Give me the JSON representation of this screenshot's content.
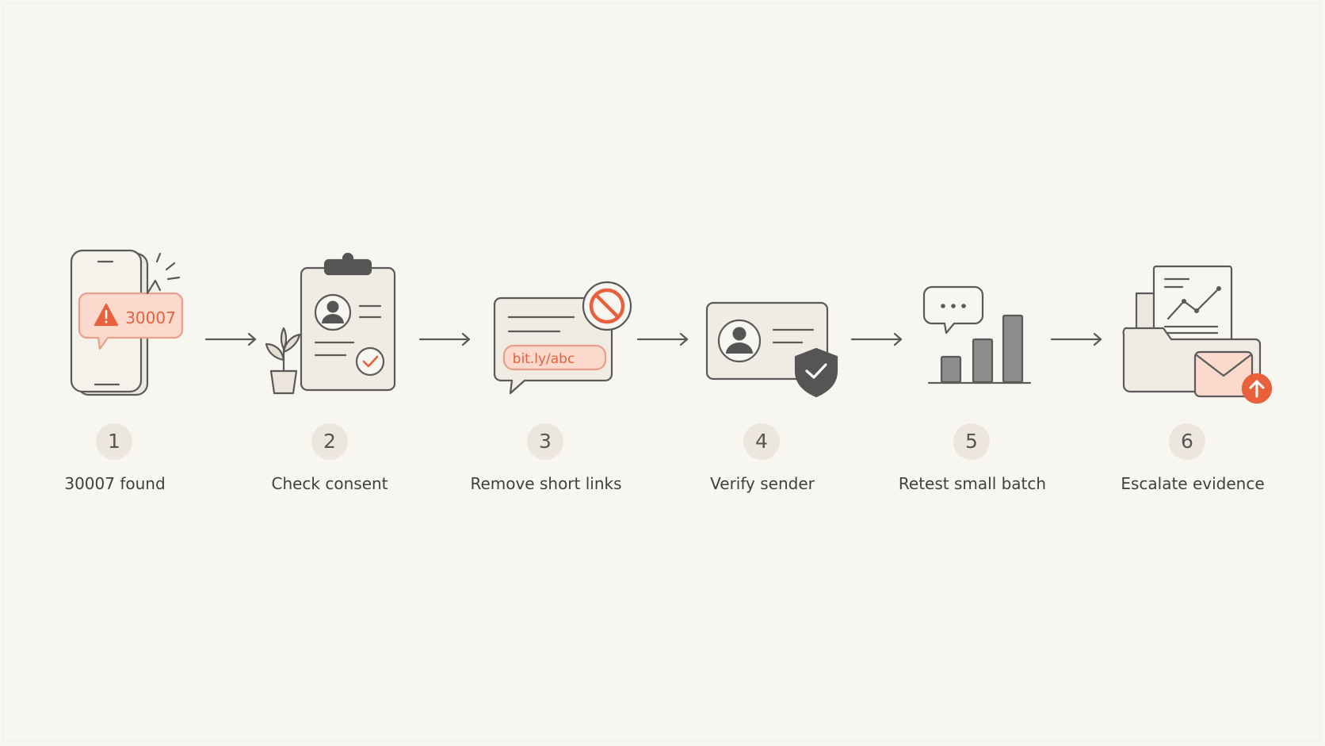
{
  "colors": {
    "background": "#f8f6f1",
    "line": "#5a5a5a",
    "card_fill": "#f1ece3",
    "accent": "#e8613c",
    "accent_soft": "#fbd9cc",
    "dark": "#555555",
    "badge": "#ece6dc"
  },
  "steps": [
    {
      "number": "1",
      "label": "30007 found",
      "icon": "phone-warning-icon",
      "icon_text": "30007"
    },
    {
      "number": "2",
      "label": "Check consent",
      "icon": "clipboard-consent-icon"
    },
    {
      "number": "3",
      "label": "Remove short links",
      "icon": "message-no-shortlink-icon",
      "icon_text": "bit.ly/abc"
    },
    {
      "number": "4",
      "label": "Verify sender",
      "icon": "id-card-shield-icon"
    },
    {
      "number": "5",
      "label": "Retest small batch",
      "icon": "chat-bar-chart-icon"
    },
    {
      "number": "6",
      "label": "Escalate evidence",
      "icon": "folder-upload-icon"
    }
  ]
}
